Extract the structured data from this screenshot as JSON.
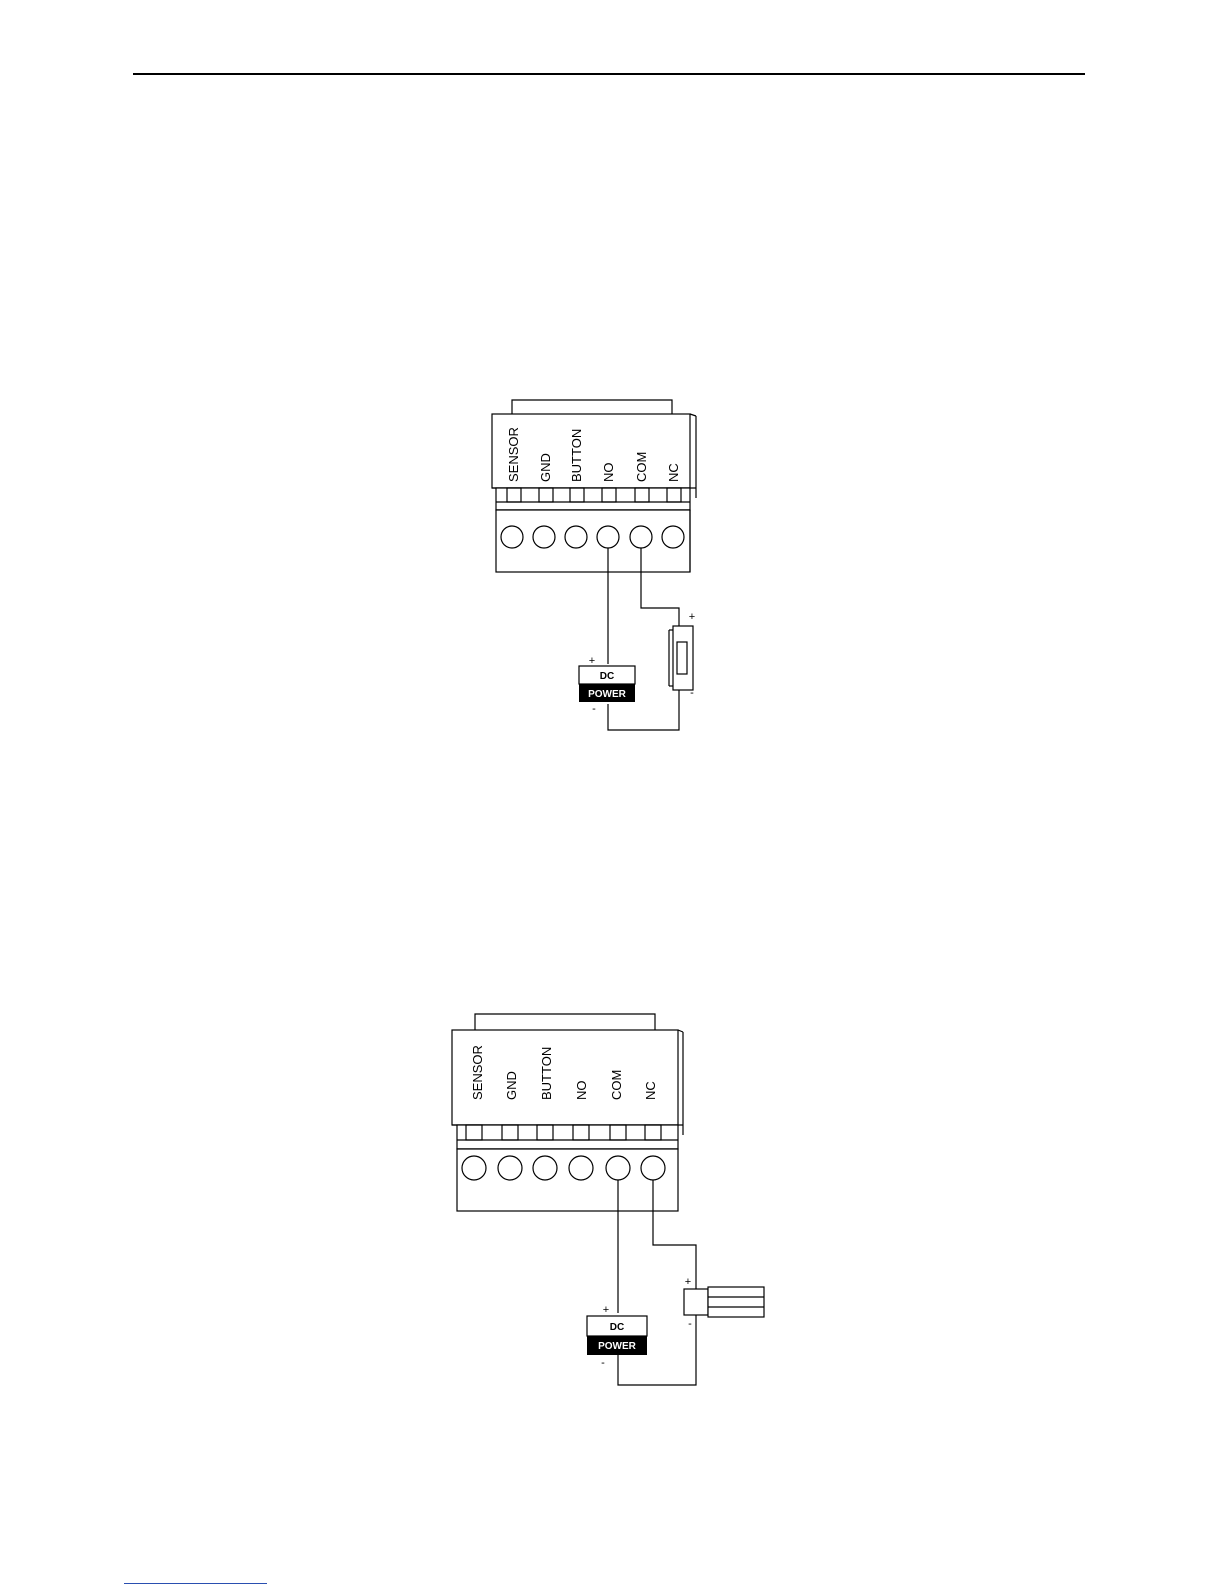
{
  "diagrams": [
    {
      "id": "no-wiring",
      "terminals": [
        "SENSOR",
        "GND",
        "BUTTON",
        "NO",
        "COM",
        "NC"
      ],
      "power_supply": {
        "top_label": "DC",
        "bottom_label": "POWER",
        "plus": "+",
        "minus": "-"
      },
      "lock": {
        "plus": "+",
        "minus": "-"
      }
    },
    {
      "id": "nc-wiring",
      "terminals": [
        "SENSOR",
        "GND",
        "BUTTON",
        "NO",
        "COM",
        "NC"
      ],
      "power_supply": {
        "top_label": "DC",
        "bottom_label": "POWER",
        "plus": "+",
        "minus": "-"
      },
      "lock": {
        "plus": "+",
        "minus": "-"
      }
    }
  ],
  "colors": {
    "line": "#000000",
    "footnote_rule": "#2a4fb0"
  }
}
